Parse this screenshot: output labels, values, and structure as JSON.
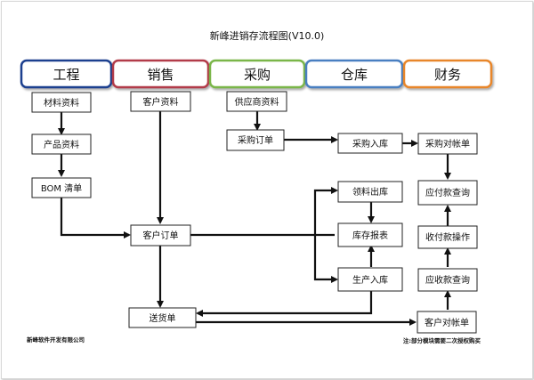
{
  "title": "新峰进销存流程图(V10.0)",
  "departments": [
    {
      "label": "工程",
      "color": "#1f3f8f"
    },
    {
      "label": "销售",
      "color": "#b23a48"
    },
    {
      "label": "采购",
      "color": "#7ab648"
    },
    {
      "label": "仓库",
      "color": "#4a7fc1"
    },
    {
      "label": "财务",
      "color": "#e8862b"
    }
  ],
  "boxes": {
    "materials": "材料资料",
    "products": "产品资料",
    "bom": "BOM 清单",
    "customers": "客户资料",
    "customer_order": "客户订单",
    "delivery": "送货单",
    "suppliers": "供应商资料",
    "purchase_order": "采购订单",
    "purchase_in": "采购入库",
    "material_out": "领料出库",
    "inventory_report": "库存报表",
    "production_in": "生产入库",
    "purchase_reconcile": "采购对帐单",
    "payable_query": "应付款查询",
    "receipt_operation": "收付款操作",
    "receivable_query": "应收款查询",
    "customer_reconcile": "客户对帐单"
  },
  "footer": {
    "company": "新峰软件开发有限公司",
    "note": "注:部分模块需要二次授权购买"
  }
}
